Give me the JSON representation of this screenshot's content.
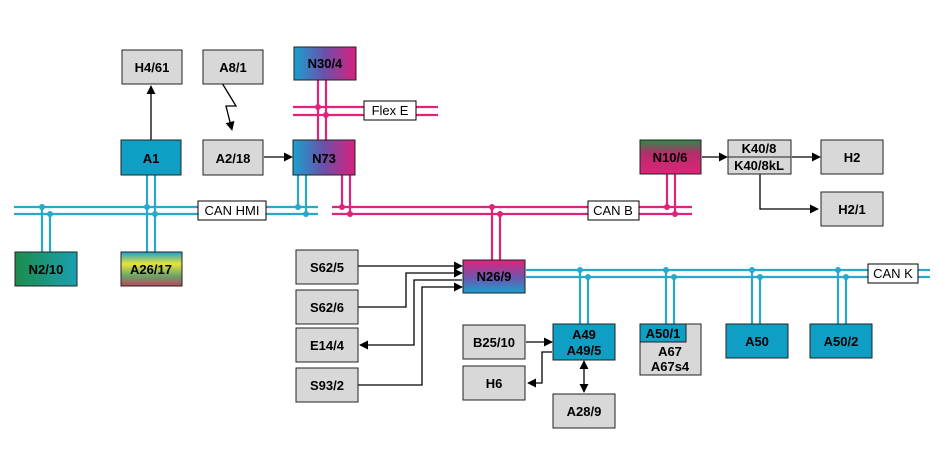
{
  "colors": {
    "can_blue": "#29a9c9",
    "can_pink": "#e0237a",
    "module_blue": "#0f9ec4",
    "module_gray": "#d8d8d8",
    "module_green": "#1f8a5a"
  },
  "buses": {
    "can_hmi": "CAN HMI",
    "can_b": "CAN B",
    "can_k": "CAN K",
    "flex_e": "Flex E"
  },
  "nodes": {
    "h4_61": "H4/61",
    "a8_1": "A8/1",
    "n30_4": "N30/4",
    "a1": "A1",
    "a2_18": "A2/18",
    "n73": "N73",
    "n10_6": "N10/6",
    "k40_8": "K40/8",
    "k40_8kl": "K40/8kL",
    "h2": "H2",
    "h2_1": "H2/1",
    "n2_10": "N2/10",
    "a26_17": "A26/17",
    "s62_5": "S62/5",
    "s62_6": "S62/6",
    "e14_4": "E14/4",
    "s93_2": "S93/2",
    "n26_9": "N26/9",
    "b25_10": "B25/10",
    "h6": "H6",
    "a49": "A49",
    "a49_5": "A49/5",
    "a28_9": "A28/9",
    "a50_1": "A50/1",
    "a67": "A67",
    "a67s4": "A67s4",
    "a50": "A50",
    "a50_2": "A50/2"
  }
}
